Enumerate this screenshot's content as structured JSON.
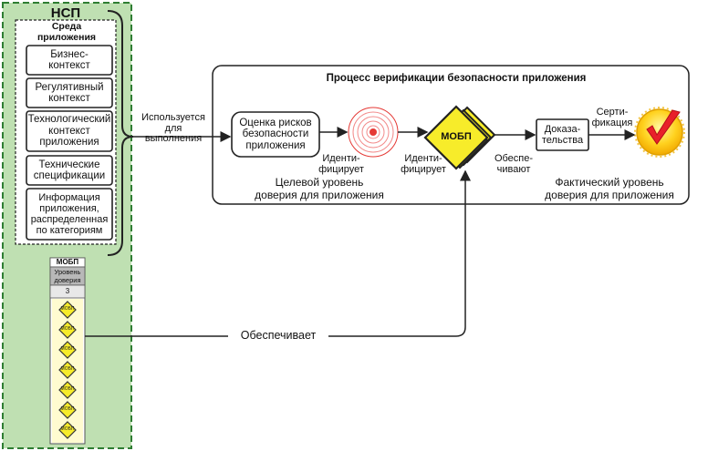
{
  "nsp": {
    "title": "НСП",
    "env_title": "Среда\nприложения",
    "env_items": [
      "Бизнес-\nконтекст",
      "Регулятивный\nконтекст",
      "Технологический\nконтекст\nприложения",
      "Технические\nспецификации",
      "Информация\nприложения,\nраспределенная\nпо категориям"
    ],
    "mobp_title": "МОБП",
    "trust_header": "Уровень\nдоверия",
    "trust_value": "3",
    "diamond_label": "МОБП"
  },
  "process": {
    "title": "Процесс верификации безопасности приложения",
    "risk_box": "Оценка рисков\nбезопасности\nприложения",
    "mobp_stack": "МОБП",
    "evidence_box": "Доказа-\nтельства"
  },
  "labels": {
    "used_for": "Используется\nдля\nвыполнения",
    "identifies_1": "Иденти-\nфицирует",
    "identifies_2": "Иденти-\nфицирует",
    "provides_short": "Обеспе-\nчивают",
    "certification": "Серти-\nфикация",
    "target_level": "Целевой уровень\nдоверия для приложения",
    "actual_level": "Фактический уровень\nдоверия для приложения",
    "provides": "Обеспечивает"
  },
  "colors": {
    "panel_fill": "#bfe0b2",
    "panel_border": "#2e7d32",
    "diamond_fill": "#f7ec2a",
    "target_red": "#e53935",
    "check_red": "#e8202a"
  }
}
